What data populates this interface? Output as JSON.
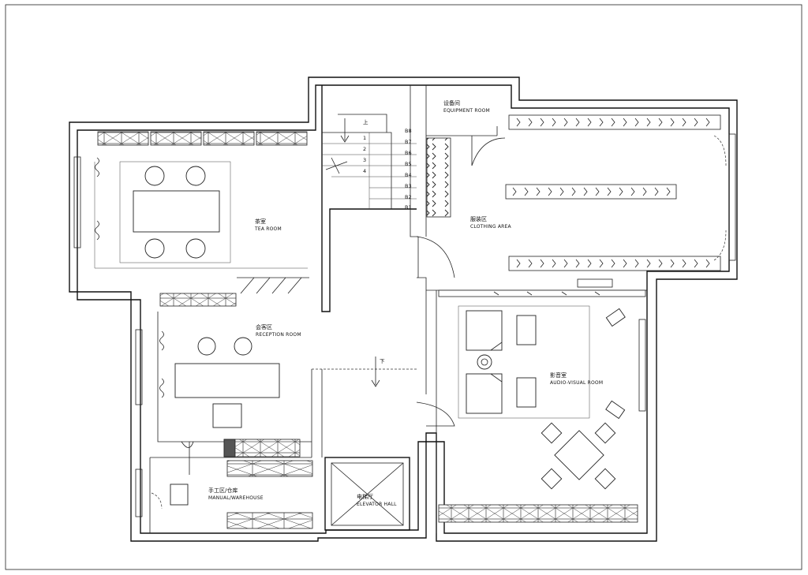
{
  "rooms": {
    "tea": {
      "cn": "茶室",
      "en": "TEA ROOM"
    },
    "reception": {
      "cn": "会客区",
      "en": "RECEPTION ROOM"
    },
    "equipment": {
      "cn": "设备间",
      "en": "EQUIPMENT ROOM"
    },
    "clothing": {
      "cn": "服装区",
      "en": "CLOTHING AREA"
    },
    "audio_visual": {
      "cn": "影音室",
      "en": "AUDIO-VISUAL ROOM"
    },
    "manual": {
      "cn": "手工区/仓库",
      "en": "MANUAL/WAREHOUSE"
    },
    "elevator": {
      "cn": "电梯厅",
      "en": "ELEVATOR HALL"
    }
  },
  "stairs": {
    "up_label": "上",
    "down_label": "下",
    "step_numbers": [
      "1",
      "2",
      "3",
      "4"
    ],
    "level_labels": [
      "B8",
      "B7",
      "B6",
      "B5",
      "B4",
      "B3",
      "B2",
      "B1"
    ]
  },
  "colors": {
    "line": "#111111",
    "background": "#ffffff"
  }
}
